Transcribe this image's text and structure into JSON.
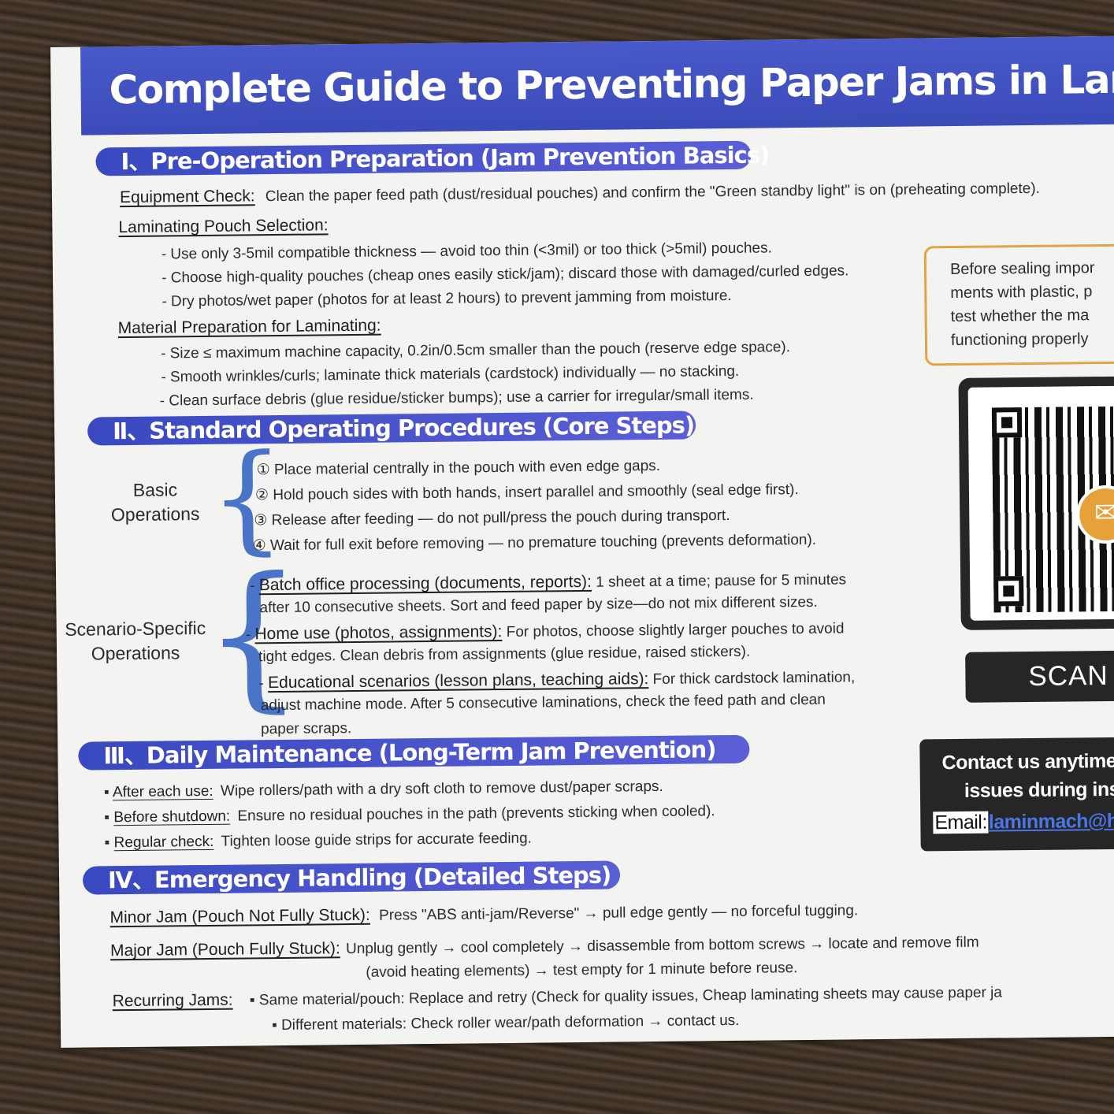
{
  "title": "Complete Guide to Preventing Paper Jams in Laminat",
  "sections": {
    "s1": "Ⅰ、Pre-Operation Preparation (Jam Prevention Basics)",
    "s2": "Ⅱ、Standard Operating Procedures (Core Steps)",
    "s3": "Ⅲ、Daily Maintenance (Long-Term Jam Prevention)",
    "s4": "Ⅳ、Emergency Handling (Detailed Steps)"
  },
  "prep": {
    "equip_label": "Equipment Check:",
    "equip_text": "Clean the paper feed path (dust/residual pouches) and confirm the \"Green standby light\" is on (preheating complete).",
    "pouch_label": "Laminating Pouch Selection:",
    "pouch_items": [
      "- Use only 3-5mil compatible thickness — avoid too thin (<3mil) or too thick (>5mil) pouches.",
      "- Choose high-quality pouches (cheap ones easily stick/jam); discard those with damaged/curled edges.",
      "- Dry photos/wet paper (photos for at least 2 hours) to prevent jamming from moisture."
    ],
    "material_label": "Material Preparation for Laminating:",
    "material_items": [
      "- Size ≤ maximum machine capacity, 0.2in/0.5cm smaller than the pouch (reserve edge space).",
      "- Smooth wrinkles/curls; laminate thick materials (cardstock) individually — no stacking.",
      "- Clean surface debris (glue residue/sticker bumps); use a carrier for irregular/small items."
    ]
  },
  "sop": {
    "basic_label_1": "Basic",
    "basic_label_2": "Operations",
    "basic_items": [
      "① Place material centrally in the pouch with even edge gaps.",
      "② Hold pouch sides with both hands, insert parallel and smoothly (seal edge first).",
      "③ Release after feeding — do not pull/press the pouch during transport.",
      "④ Wait for full exit before removing — no premature touching (prevents deformation)."
    ],
    "scenario_label_1": "Scenario-Specific",
    "scenario_label_2": "Operations",
    "batch_label": "Batch office processing (documents, reports):",
    "batch_text_1": " 1 sheet at a time; pause for 5 minutes",
    "batch_text_2": "after 10 consecutive sheets. Sort and feed paper by size—do not mix different sizes.",
    "home_label": "Home use (photos, assignments):",
    "home_text_1": " For photos, choose slightly larger pouches to avoid",
    "home_text_2": "tight edges. Clean debris from assignments (glue residue, raised stickers).",
    "edu_label": "Educational scenarios (lesson plans, teaching aids):",
    "edu_text_1": " For thick cardstock lamination,",
    "edu_text_2": "adjust machine mode. After 5 consecutive laminations, check the feed path and clean",
    "edu_text_3": "paper scraps."
  },
  "maint": {
    "after_label": "After each use:",
    "after_text": "Wipe rollers/path with a dry soft cloth to remove dust/paper scraps.",
    "shutdown_label": "Before shutdown:",
    "shutdown_text": "Ensure no residual pouches in the path (prevents sticking when cooled).",
    "regular_label": "Regular check:",
    "regular_text": "Tighten loose guide strips for accurate feeding."
  },
  "emergency": {
    "minor_label": "Minor Jam (Pouch Not Fully Stuck):",
    "minor_text": "Press \"ABS anti-jam/Reverse\" → pull edge gently — no forceful tugging.",
    "major_label": "Major Jam (Pouch Fully Stuck):",
    "major_text_1": "Unplug gently → cool completely → disassemble from bottom screws → locate and remove film",
    "major_text_2": "(avoid heating elements) → test empty for 1 minute before reuse.",
    "recurring_label": "Recurring Jams:",
    "recurring_1": "▪ Same material/pouch: Replace and retry (Check for quality issues, Cheap laminating sheets may cause paper ja",
    "recurring_2": "▪ Different materials: Check roller wear/path deformation → contact us."
  },
  "side_note": [
    "Before sealing impor",
    "ments with plastic, p",
    "test whether the ma",
    "functioning properly"
  ],
  "scan_label": "SCAN I",
  "contact": {
    "line1": "Contact us anytime i",
    "line2": "issues during insta",
    "email_label": "Email:",
    "email_value": "laminmach@h"
  },
  "bullet": "▪"
}
